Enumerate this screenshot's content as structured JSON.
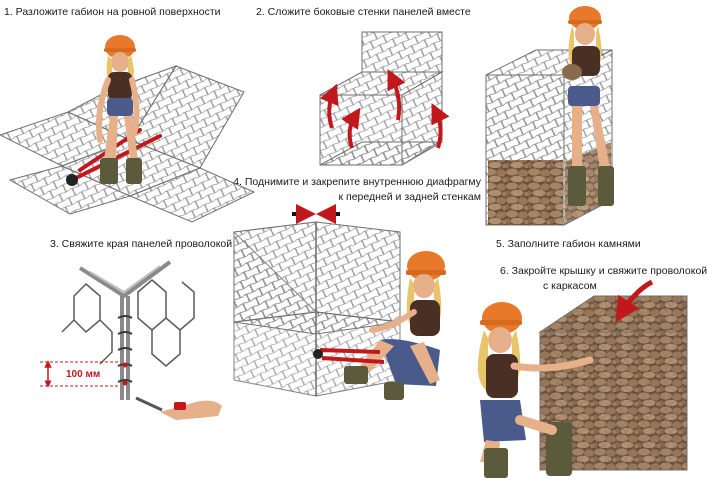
{
  "steps": [
    {
      "label": "1. Разложите габион на ровной поверхности"
    },
    {
      "label": "2. Сложите боковые стенки панелей вместе"
    },
    {
      "label": "3. Свяжите края панелей проволокой"
    },
    {
      "label_line1": "4. Поднимите и закрепите внутреннюю диафрагму",
      "label_line2": "к передней и задней стенкам"
    },
    {
      "label": "5. Заполните габион камнями"
    },
    {
      "label_line1": "6. Закройте крышку и свяжите проволокой",
      "label_line2": "с каркасом"
    }
  ],
  "dimension_label": "100 мм",
  "colors": {
    "mesh": "#6f6f6f",
    "arrow": "#c0181d",
    "stone": "#8a6a4a",
    "helmet": "#e8792a",
    "skin": "#e6b08a",
    "hair": "#e8c56a",
    "boot": "#5b5a3c"
  }
}
